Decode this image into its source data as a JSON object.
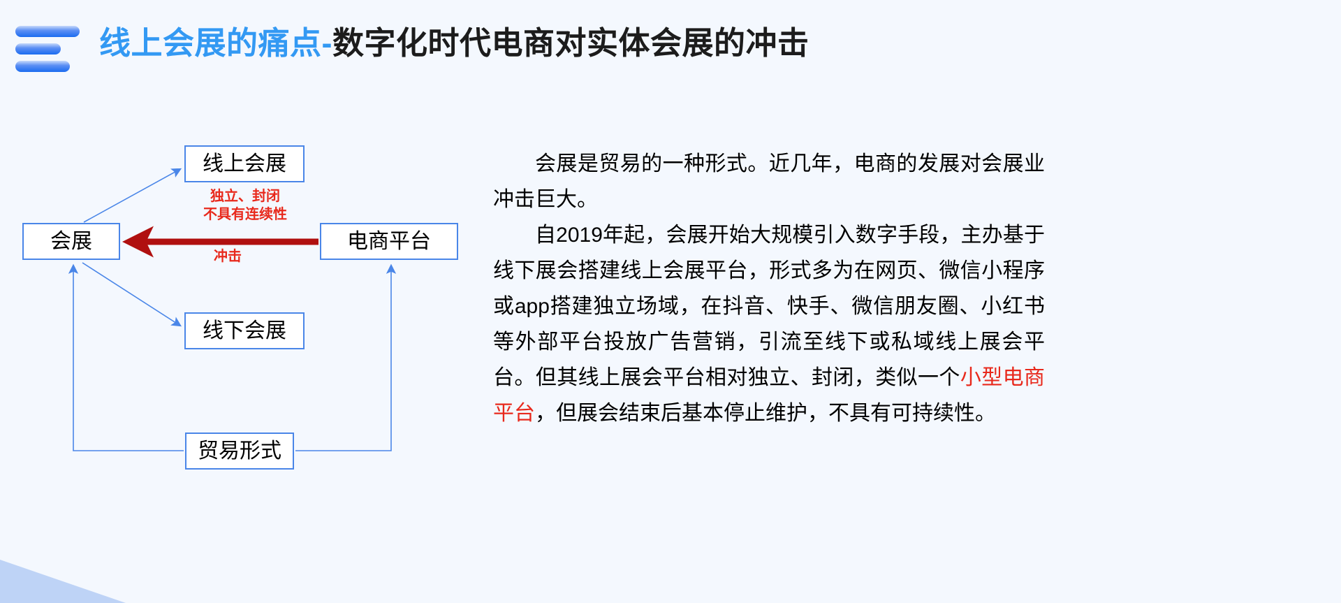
{
  "slide": {
    "background_color": "#f4f8fe",
    "accent_color": "#3399f3",
    "node_border_color": "#4a86e8",
    "highlight_color": "#e8291c",
    "header": {
      "menu_icon": "hamburger-icon",
      "title_accent": "线上会展的痛点-",
      "title_main": "数字化时代电商对实体会展的冲击"
    }
  },
  "diagram": {
    "nodes": [
      {
        "id": "hz",
        "label": "会展"
      },
      {
        "id": "online",
        "label": "线上会展"
      },
      {
        "id": "offline",
        "label": "线下会展"
      },
      {
        "id": "ecom",
        "label": "电商平台"
      },
      {
        "id": "trade",
        "label": "贸易形式"
      }
    ],
    "annotations": {
      "closed_line1": "独立、封闭",
      "closed_line2": "不具有连续性",
      "impact": "冲击"
    },
    "edges": [
      {
        "from": "hz",
        "to": "online",
        "style": "thin-blue-arrow"
      },
      {
        "from": "hz",
        "to": "offline",
        "style": "thin-blue-arrow"
      },
      {
        "from": "ecom",
        "to": "hz",
        "style": "thick-red-arrow",
        "label": "冲击"
      },
      {
        "from": "trade",
        "to": "hz",
        "style": "thin-blue-elbow-arrow"
      },
      {
        "from": "trade",
        "to": "ecom",
        "style": "thin-blue-elbow-arrow"
      }
    ]
  },
  "body": {
    "paragraph1": "会展是贸易的一种形式。近几年，电商的发展对会展业冲击巨大。",
    "paragraph2_a": "自2019年起，会展开始大规模引入数字手段，主办基于线下展会搭建线上会展平台，形式多为在网页、微信小程序或app搭建独立场域，在抖音、快手、微信朋友圈、小红书等外部平台投放广告营销，引流至线下或私域线上展会平台。但其线上展会平台相对独立、封闭，类似一个",
    "paragraph2_highlight": "小型电商平台",
    "paragraph2_b": "，但展会结束后基本停止维护，不具有可持续性。"
  }
}
